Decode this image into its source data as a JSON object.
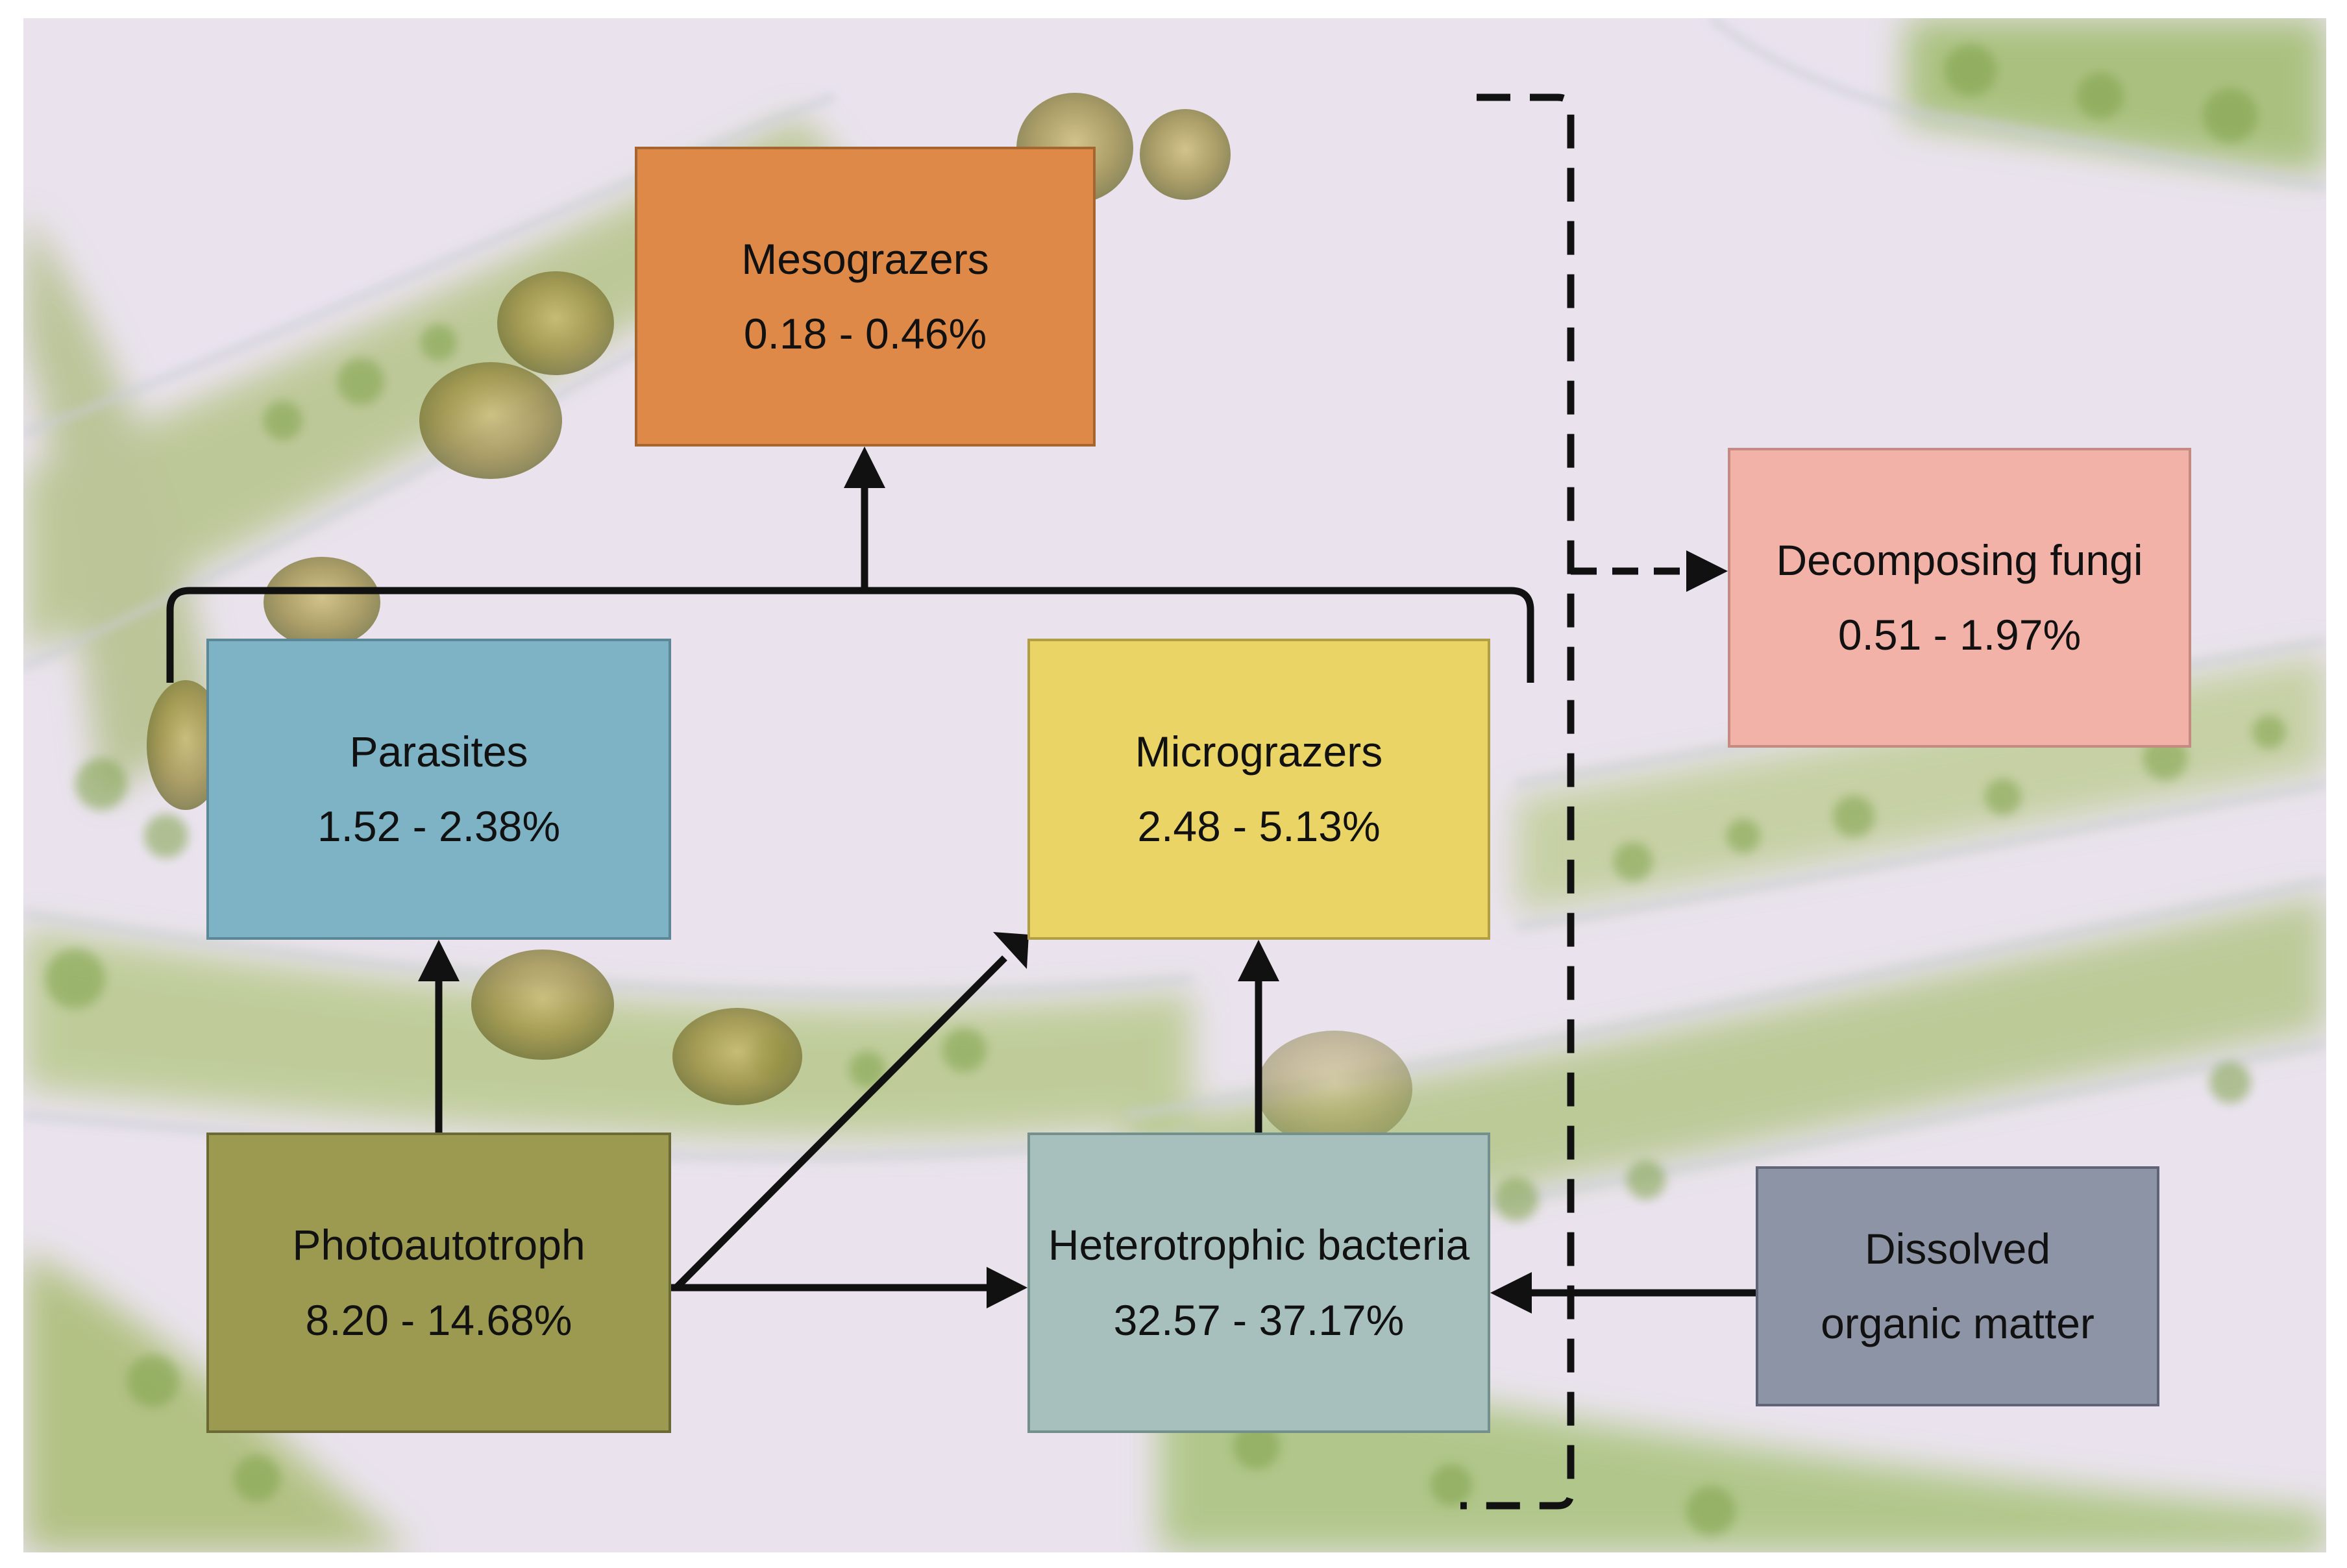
{
  "diagram": {
    "nodes": {
      "mesograzers": {
        "label": "Mesograzers",
        "value": "0.18 - 0.46%",
        "color": "#de8947"
      },
      "parasites": {
        "label": "Parasites",
        "value": "1.52 - 2.38%",
        "color": "#7db3c4"
      },
      "micrograzers": {
        "label": "Micrograzers",
        "value": "2.48 - 5.13%",
        "color": "#ead466"
      },
      "decomposing_fungi": {
        "label": "Decomposing fungi",
        "value": "0.51 - 1.97%",
        "color": "#f3b2a8"
      },
      "photoautotroph": {
        "label": "Photoautotroph",
        "value": "8.20 - 14.68%",
        "color": "#9c9a51"
      },
      "heterotrophic_bacteria": {
        "label": "Heterotrophic bacteria",
        "value": "32.57 - 37.17%",
        "color": "#a7c0bd"
      },
      "dissolved_organic_matter": {
        "label": "Dissolved\norganic matter",
        "label_line1": "Dissolved",
        "label_line2": "organic matter",
        "color": "#8d94a5"
      }
    },
    "edges": [
      {
        "from": "photoautotroph",
        "to": "parasites",
        "style": "solid"
      },
      {
        "from": "photoautotroph",
        "to": "micrograzers",
        "style": "solid"
      },
      {
        "from": "photoautotroph",
        "to": "heterotrophic_bacteria",
        "style": "solid"
      },
      {
        "from": "heterotrophic_bacteria",
        "to": "micrograzers",
        "style": "solid"
      },
      {
        "from": "dissolved_organic_matter",
        "to": "heterotrophic_bacteria",
        "style": "solid"
      },
      {
        "from": "parasites",
        "to": "mesograzers",
        "style": "solid",
        "via": "bracket"
      },
      {
        "from": "micrograzers",
        "to": "mesograzers",
        "style": "solid",
        "via": "bracket"
      },
      {
        "from": "dashed_bracket",
        "to": "decomposing_fungi",
        "style": "dashed"
      }
    ],
    "background": "microscope image of green filamentous algae"
  }
}
